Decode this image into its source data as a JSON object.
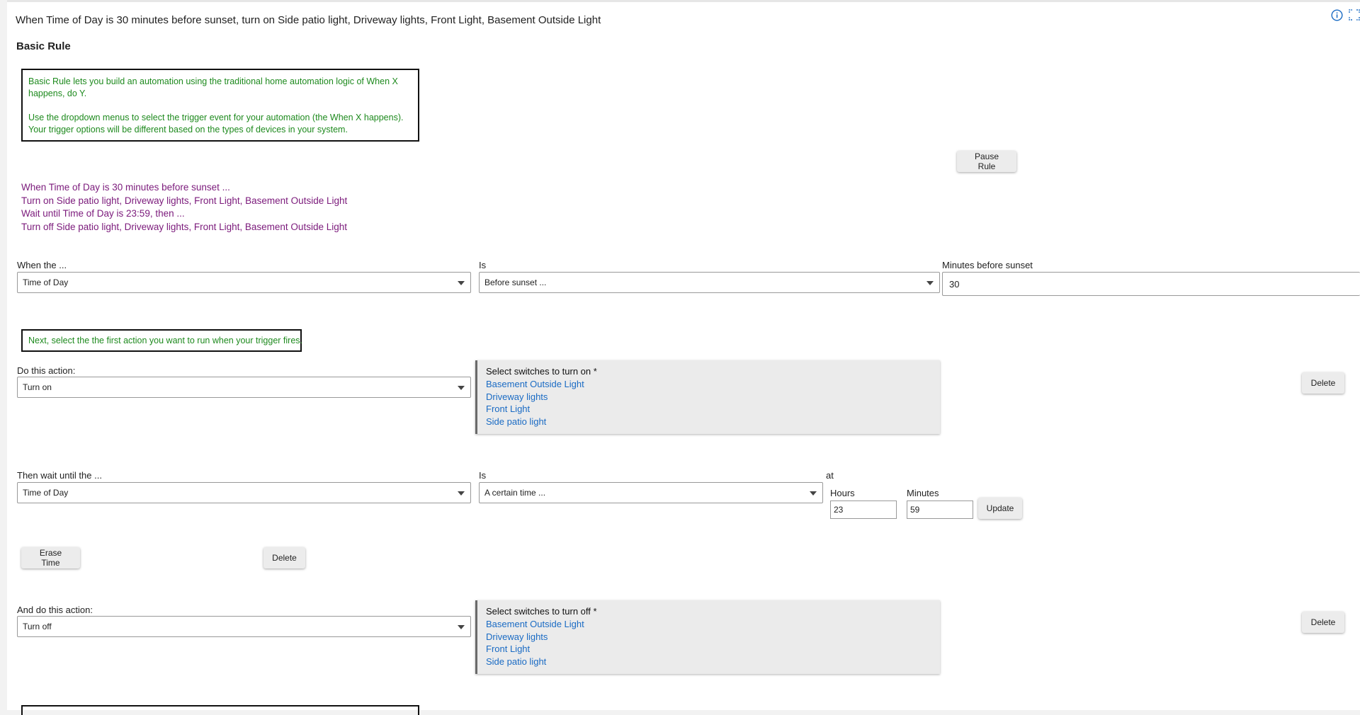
{
  "header": {
    "title": "When Time of Day is 30 minutes before sunset, turn on Side patio light, Driveway lights, Front Light, Basement Outside Light",
    "info_icon": "info-icon",
    "fullscreen_icon": "fullscreen-icon"
  },
  "rule_type": "Basic Rule",
  "intro": {
    "line1": "Basic Rule lets you build an automation using the traditional home automation logic of When X happens, do Y.",
    "line2": "Use the dropdown menus to select the trigger event for your automation (the When X happens). Your trigger options will be different based on the types of devices in your system."
  },
  "pause_button": "Pause Rule",
  "summary": [
    "When Time of Day is 30 minutes before sunset ...",
    "Turn on Side patio light, Driveway lights, Front Light, Basement Outside Light",
    "Wait until Time of Day is 23:59, then ...",
    "Turn off Side patio light, Driveway lights, Front Light, Basement Outside Light"
  ],
  "trigger": {
    "when_label": "When the ...",
    "when_value": "Time of Day",
    "is_label": "Is",
    "is_value": "Before sunset ...",
    "minutes_label": "Minutes before sunset",
    "minutes_value": "30"
  },
  "next_hint": "Next, select the the first action you want to run when your trigger fires.",
  "action1": {
    "label": "Do this action:",
    "value": "Turn on",
    "switch_title": "Select switches to turn on *",
    "switches": [
      "Basement Outside Light",
      "Driveway lights",
      "Front Light",
      "Side patio light"
    ],
    "delete_label": "Delete"
  },
  "wait": {
    "label": "Then wait until the ...",
    "value": "Time of Day",
    "is_label": "Is",
    "is_value": "A certain time ...",
    "at_label": "at",
    "hours_label": "Hours",
    "hours_value": "23",
    "minutes_label": "Minutes",
    "minutes_value": "59",
    "update_label": "Update",
    "erase_label": "Erase Time",
    "delete_label": "Delete"
  },
  "action2": {
    "label": "And do this action:",
    "value": "Turn off",
    "switch_title": "Select switches to turn off *",
    "switches": [
      "Basement Outside Light",
      "Driveway lights",
      "Front Light",
      "Side patio light"
    ],
    "delete_label": "Delete"
  },
  "colors": {
    "hint_green": "#1e8a1e",
    "summary_purple": "#7b1a7b",
    "link_blue": "#1a6bc4"
  }
}
